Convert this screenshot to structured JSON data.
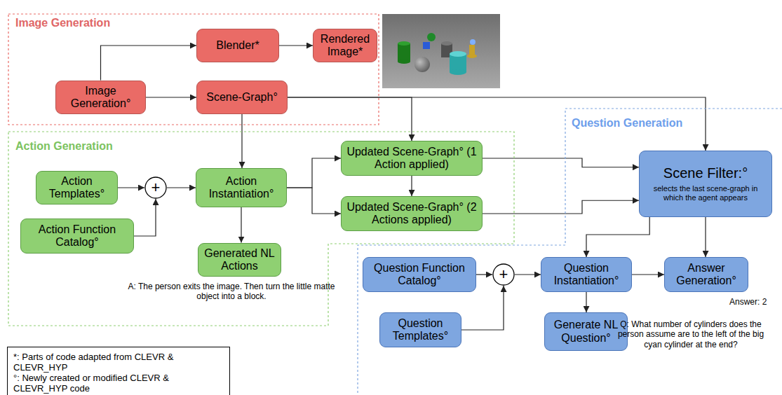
{
  "diagram": {
    "nodes": [
      {
        "text": [
          "Image Generation"
        ]
      },
      {
        "text": [
          "Image Generation°"
        ],
        "in": 0
      },
      {
        "text": [
          "Blender*"
        ],
        "in": 0
      },
      {
        "text": [
          "Rendered Image*"
        ],
        "in": 0
      },
      {
        "text": [
          "Scene-Graph°"
        ],
        "in": 0
      },
      {
        "text": [
          "Action Generation"
        ]
      },
      {
        "text": [
          "Action Templates°"
        ],
        "in": 5
      },
      {
        "text": [
          "Action Function Catalog°"
        ],
        "in": 5
      },
      {
        "text": [
          "Action Instantiation°"
        ],
        "in": 5
      },
      {
        "text": [
          "Updated Scene-Graph° (1 Action applied)"
        ],
        "in": 5
      },
      {
        "text": [
          "Updated Scene-Graph° (2 Actions applied)"
        ],
        "in": 5
      },
      {
        "text": [
          "Generated NL Actions"
        ],
        "in": 5
      },
      {
        "text": [
          "Question Generation"
        ]
      },
      {
        "text": [
          "Scene Filter:°",
          "selects the last scene-graph in which the agent appears"
        ],
        "in": 12
      },
      {
        "text": [
          "Question Function Catalog°"
        ],
        "in": 12
      },
      {
        "text": [
          "Question Templates°"
        ],
        "in": 12
      },
      {
        "text": [
          "Question Instantiation°"
        ],
        "in": 12
      },
      {
        "text": [
          "Answer Generation°"
        ],
        "in": 12
      },
      {
        "text": [
          "Generate NL Question°"
        ],
        "in": 12
      },
      {
        "text": [
          "*: Parts of code adapted from CLEVR & CLEVR_HYP",
          "°: Newly created or modified CLEVR & CLEVR_HYP code"
        ]
      },
      {
        "text": [
          "+"
        ],
        "in": 5
      },
      {
        "text": [
          "+"
        ],
        "in": 12
      }
    ],
    "edges": [
      {
        "from": 1,
        "to": 2,
        "arrow": "to"
      },
      {
        "from": 2,
        "to": 3,
        "arrow": "to"
      },
      {
        "from": 1,
        "to": 4,
        "arrow": "to"
      },
      {
        "from": 4,
        "to": 8,
        "arrow": "to"
      },
      {
        "from": 4,
        "to": 9,
        "arrow": "to"
      },
      {
        "from": 4,
        "to": 13,
        "arrow": "to"
      },
      {
        "from": 6,
        "to": 20,
        "arrow": "to"
      },
      {
        "from": 7,
        "to": 20,
        "arrow": "to"
      },
      {
        "from": 20,
        "to": 8,
        "arrow": "to"
      },
      {
        "from": 8,
        "to": 9,
        "arrow": "to"
      },
      {
        "from": 8,
        "to": 10,
        "arrow": "to"
      },
      {
        "from": 9,
        "to": 10,
        "arrow": "to"
      },
      {
        "from": 8,
        "to": 11,
        "arrow": "to"
      },
      {
        "from": 9,
        "to": 13,
        "arrow": "to"
      },
      {
        "from": 10,
        "to": 13,
        "arrow": "to"
      },
      {
        "from": 13,
        "to": 16,
        "arrow": "to"
      },
      {
        "from": 13,
        "to": 17,
        "arrow": "to"
      },
      {
        "from": 14,
        "to": 21,
        "arrow": "to"
      },
      {
        "from": 15,
        "to": 21,
        "arrow": "to"
      },
      {
        "from": 21,
        "to": 16,
        "arrow": "to"
      },
      {
        "from": 16,
        "to": 17,
        "arrow": "to"
      },
      {
        "from": 16,
        "to": 18,
        "arrow": "to"
      }
    ],
    "labels": [
      "A: The person exits the image. Then turn the little matte object into a block.",
      "Answer: 2",
      "Q: What number of cylinders does the person assume are to the left of the big cyan cylinder at the end?"
    ]
  }
}
